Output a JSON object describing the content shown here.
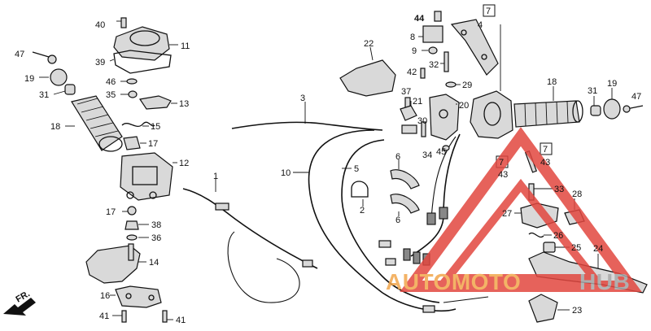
{
  "parts_labels": {
    "p1": "1",
    "p2": "2",
    "p3": "3",
    "p4": "4",
    "p5": "5",
    "p6a": "6",
    "p6b": "6",
    "p7a": "7",
    "p7b": "7",
    "p7c": "7",
    "p8": "8",
    "p9": "9",
    "p10": "10",
    "p11": "11",
    "p12": "12",
    "p13": "13",
    "p14": "14",
    "p15": "15",
    "p16": "16",
    "p17a": "17",
    "p17b": "17",
    "p18a": "18",
    "p18b": "18",
    "p19a": "19",
    "p19b": "19",
    "p20": "20",
    "p21": "21",
    "p22": "22",
    "p23": "23",
    "p24": "24",
    "p25": "25",
    "p26": "26",
    "p27": "27",
    "p28": "28",
    "p29": "29",
    "p31a": "31",
    "p31b": "31",
    "p32": "32",
    "p33": "33",
    "p34": "34",
    "p35": "35",
    "p36": "36",
    "p37": "37",
    "p38": "38",
    "p39": "39",
    "p40": "40",
    "p41a": "41",
    "p41b": "41",
    "p42": "42",
    "p43a": "43",
    "p43b": "43",
    "p44": "44",
    "p45": "45",
    "p46": "46",
    "p47a": "47",
    "p47b": "47"
  },
  "direction_label": "FR.",
  "watermark": {
    "part1": "AUTOMOTO",
    "part2": "HUB",
    "color_primary": "#f2a64c",
    "color_secondary": "#a8a8a8",
    "triangle_color": "#e2473f"
  }
}
